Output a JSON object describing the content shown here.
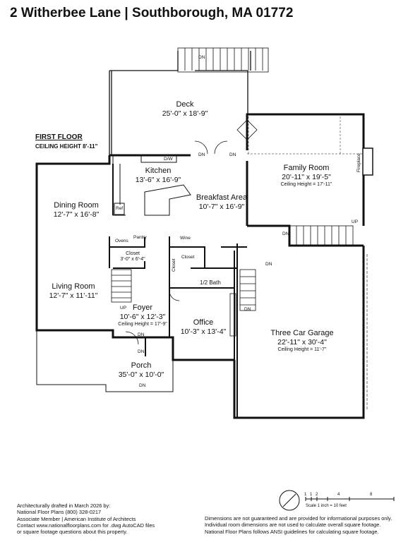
{
  "page": {
    "title": "2 Witherbee Lane | Southborough, MA 01772",
    "floor_label": "FIRST FLOOR",
    "ceiling_height": "CEILING HEIGHT 8'-11\""
  },
  "rooms": {
    "deck": {
      "name": "Deck",
      "dims": "25'-0\" x 18'-9\""
    },
    "kitchen": {
      "name": "Kitchen",
      "dims": "13'-6\" x 16'-9\""
    },
    "family_room": {
      "name": "Family Room",
      "dims": "20'-11\" x 19'-5\"",
      "ceiling": "Ceiling Height = 17'-11\""
    },
    "breakfast": {
      "name": "Breakfast Area",
      "dims": "10'-7\" x 16'-9\""
    },
    "dining": {
      "name": "Dining Room",
      "dims": "12'-7\" x 16'-8\""
    },
    "living": {
      "name": "Living Room",
      "dims": "12'-7\" x 11'-11\""
    },
    "foyer": {
      "name": "Foyer",
      "dims": "10'-6\" x 12'-3\"",
      "ceiling": "Ceiling Height = 17'-9\""
    },
    "office": {
      "name": "Office",
      "dims": "10'-3\" x 13'-4\""
    },
    "garage": {
      "name": "Three Car Garage",
      "dims": "22'-11\" x 30'-4\"",
      "ceiling": "Ceiling Height = 11'-7\""
    },
    "porch": {
      "name": "Porch",
      "dims": "35'-0\" x 10'-0\""
    },
    "closet_foyer": {
      "name": "Closet",
      "dims": "3'-0\" x 6'-4\""
    },
    "closet_2": {
      "name": "Closet"
    },
    "closet_3": {
      "name": "Closet"
    },
    "half_bath": {
      "name": "1/2 Bath"
    }
  },
  "small_labels": {
    "ovens": "Ovens",
    "pantry": "Pantry",
    "wine": "Wine",
    "ref": "Ref",
    "dw": "D/W",
    "fireplace": "Fireplace",
    "dn": "DN",
    "up": "UP"
  },
  "scale": {
    "ticks": [
      "1",
      "1",
      "2",
      "4",
      "8"
    ],
    "text": "Scale 1 inch = 10 feet"
  },
  "footer": {
    "left": [
      "Architecturally drafted in March 2026 by:",
      "National Floor Plans   (800) 328-0217",
      "Associate Member | American Institute of Architects",
      "Contact www.nationalfloorplans.com for .dwg AutoCAD files",
      "or square footage questions about this property."
    ],
    "right": [
      "Dimensions are not guaranteed and are provided for informational purposes only.",
      "Individual room dimensions are not used to calculate overall square footage.",
      "National Floor Plans follows ANSI guidelines for calculating square footage."
    ]
  }
}
